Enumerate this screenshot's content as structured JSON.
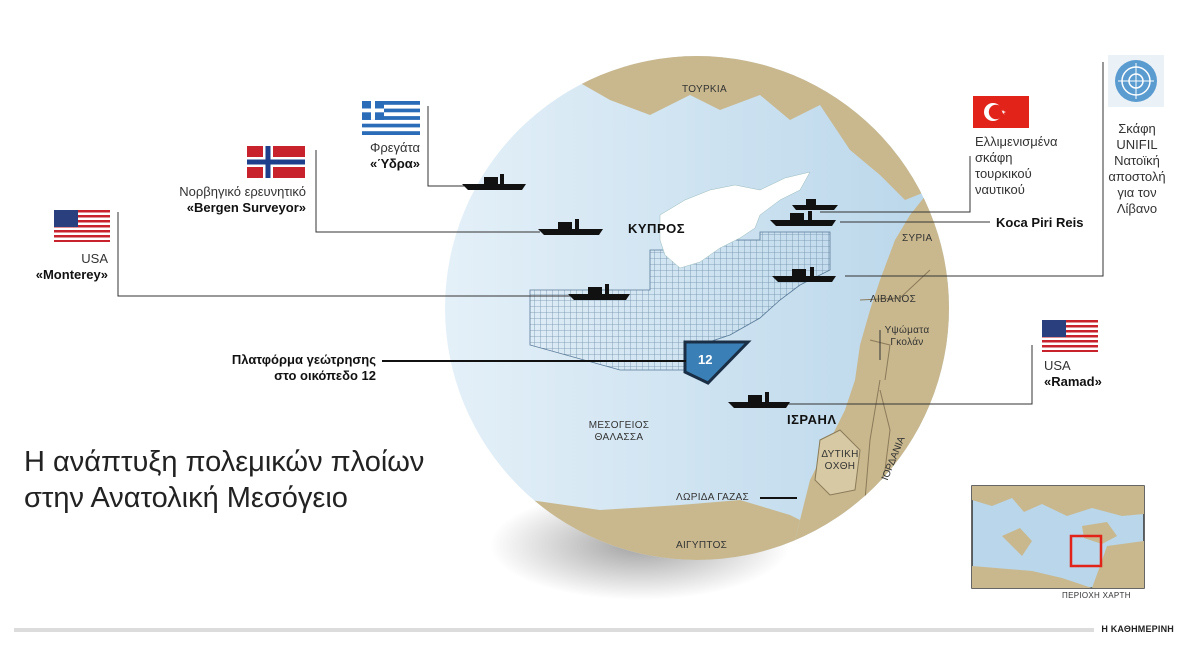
{
  "title": "Η ανάπτυξη πολεμικών πλοίων στην Ανατολική Μεσόγειο",
  "map_labels": {
    "turkey": "ΤΟΥΡΚΙΑ",
    "cyprus": "ΚΥΠΡΟΣ",
    "syria": "ΣΥΡΙΑ",
    "lebanon": "ΛΙΒΑΝΟΣ",
    "golan": "Υψώματα Γκολάν",
    "israel": "ΙΣΡΑΗΛ",
    "west_bank": "ΔΥΤΙΚΗ ΟΧΘΗ",
    "jordan": "ΙΟΡΔΑΝΙΑ",
    "med_sea": "ΜΕΣΟΓΕΙΟΣ ΘΑΛΑΣΣΑ",
    "gaza": "ΛΩΡΙΔΑ ΓΑΖΑΣ",
    "egypt": "ΑΙΓΥΠΤΟΣ",
    "block_number": "12"
  },
  "ships": {
    "greece": {
      "line1": "Φρεγάτα",
      "line2": "«Ύδρα»"
    },
    "norway": {
      "line1": "Νορβηγικό ερευνητικό",
      "line2": "«Bergen Surveyor»"
    },
    "usa_monterey": {
      "line1": "USA",
      "line2": "«Monterey»"
    },
    "turkey": {
      "line1": "Ελλιμενισμένα",
      "line2": "σκάφη",
      "line3": "τουρκικού",
      "line4": "ναυτικού"
    },
    "koca": {
      "line1": "Koca Piri Reis"
    },
    "unifil": {
      "line1": "Σκάφη",
      "line2": "UNIFIL",
      "line3": "Νατοϊκή",
      "line4": "αποστολή",
      "line5": "για τον",
      "line6": "Λίβανο"
    },
    "usa_ramad": {
      "line1": "USA",
      "line2": "«Ramad»"
    }
  },
  "platform": {
    "line1": "Πλατφόρμα γεώτρησης",
    "line2": "στο οικόπεδο 12"
  },
  "inset_caption": "ΠΕΡΙΟΧΗ ΧΑΡΤΗ",
  "credit": "Η ΚΑΘΗΜΕΡΙΝΗ",
  "colors": {
    "sea": "#cfe4f1",
    "land": "#c9b88e",
    "inset_highlight": "#e2231a"
  },
  "icons": [
    "flag-greece-icon",
    "flag-norway-icon",
    "flag-usa-icon",
    "flag-turkey-icon",
    "un-emblem-icon",
    "warship-icon"
  ]
}
